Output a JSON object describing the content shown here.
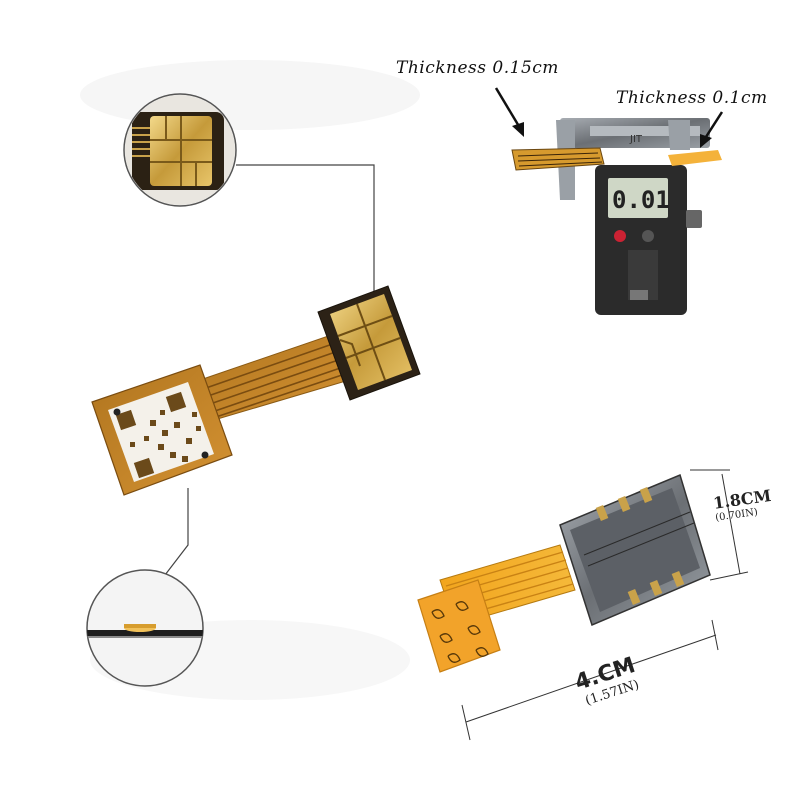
{
  "annotations": {
    "thickness_left": "Thickness 0.15cm",
    "thickness_right": "Thickness 0.1cm"
  },
  "dimensions": {
    "height_cm": "1.8CM",
    "height_in": "(0.70IN)",
    "width_cm": "4.CM",
    "width_in": "(1.57IN)"
  },
  "colors": {
    "flex_cable": "#c98a2e",
    "flex_cable_bright": "#f0a52a",
    "gold_contact": "#c9a24a",
    "dark_pcb": "#3a2a14",
    "tray_metal": "#6e6e6e",
    "caliper": "#8f949a"
  }
}
